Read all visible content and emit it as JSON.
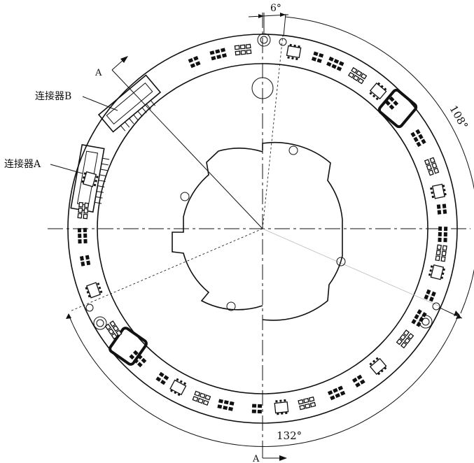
{
  "labels": {
    "section_top": "A",
    "section_bottom": "A",
    "connector_b": "连接器B",
    "connector_a": "连接器A"
  },
  "dimensions": {
    "angle_top": "6°",
    "angle_right": "108°",
    "angle_bottom": "132°"
  },
  "colors": {
    "line": "#111111",
    "background": "#ffffff"
  }
}
